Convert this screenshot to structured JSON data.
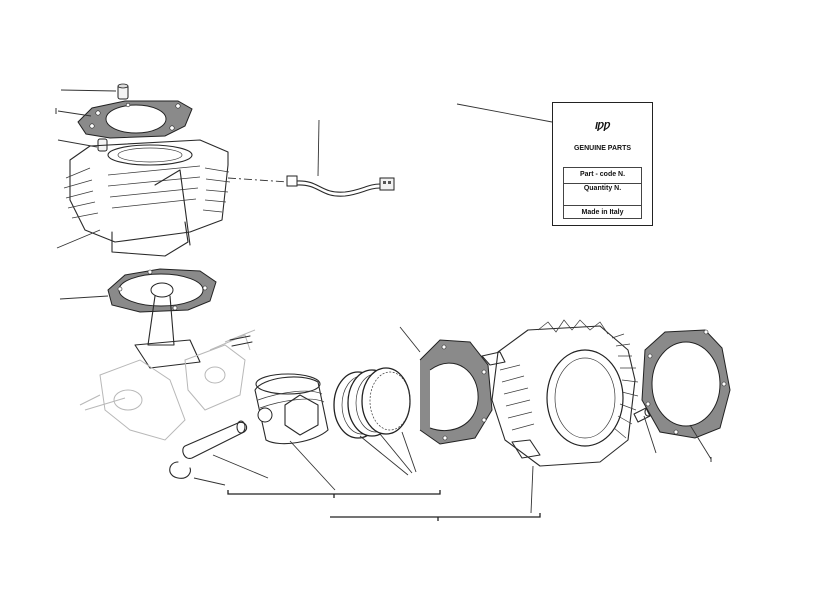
{
  "label": {
    "logo": "ƖǷǷ",
    "title": "GENUINE PARTS",
    "part_code": "Part - code N.",
    "quantity": "Quantity N.",
    "made_in": "Made in Italy"
  }
}
